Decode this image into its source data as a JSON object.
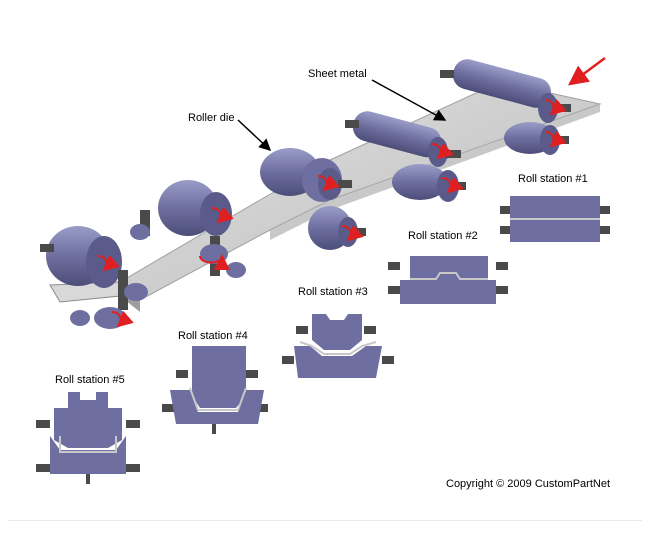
{
  "labels": {
    "sheet_metal": "Sheet metal",
    "roller_die": "Roller die",
    "station_1": "Roll station #1",
    "station_2": "Roll station #2",
    "station_3": "Roll station #3",
    "station_4": "Roll station #4",
    "station_5": "Roll station #5"
  },
  "copyright": "Copyright © 2009 CustomPartNet",
  "colors": {
    "roller": "#6e6fa0",
    "roller_light": "#9a9cc8",
    "roller_dark": "#4c4d78",
    "sheet": "#c8c8c8",
    "shaft": "#4a4a4a",
    "arrow": "#e02020"
  }
}
